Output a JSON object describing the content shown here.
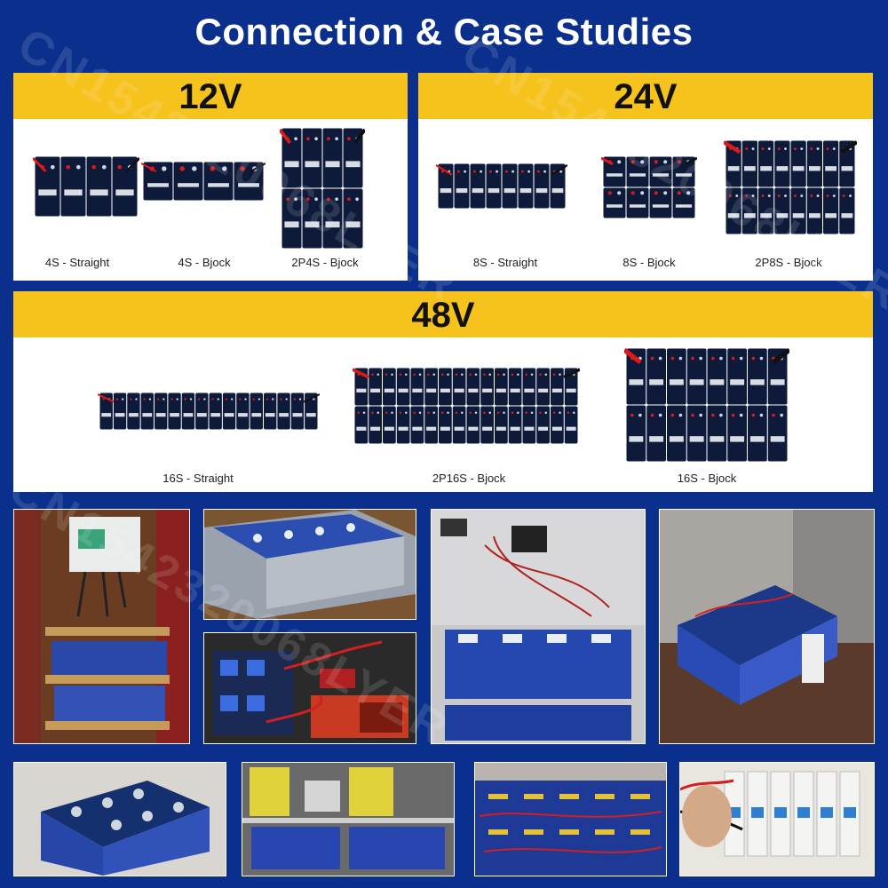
{
  "header": {
    "title": "Connection & Case Studies"
  },
  "panels": {
    "v12": {
      "label": "12V",
      "captions": [
        "4S - Straight",
        "4S - Bjock",
        "2P4S - Bjock"
      ]
    },
    "v24": {
      "label": "24V",
      "captions": [
        "8S - Straight",
        "8S - Bjock",
        "2P8S - Bjock"
      ]
    },
    "v48": {
      "label": "48V",
      "captions": [
        "16S - Straight",
        "2P16S - Bjock",
        "16S - Bjock"
      ]
    }
  },
  "watermark": "CN1542320068LYER",
  "colors": {
    "background": "#0a2f8c",
    "band": "#f6c21c",
    "cell": "#0d1a3a",
    "positive": "#e01818",
    "negative": "#111111"
  }
}
